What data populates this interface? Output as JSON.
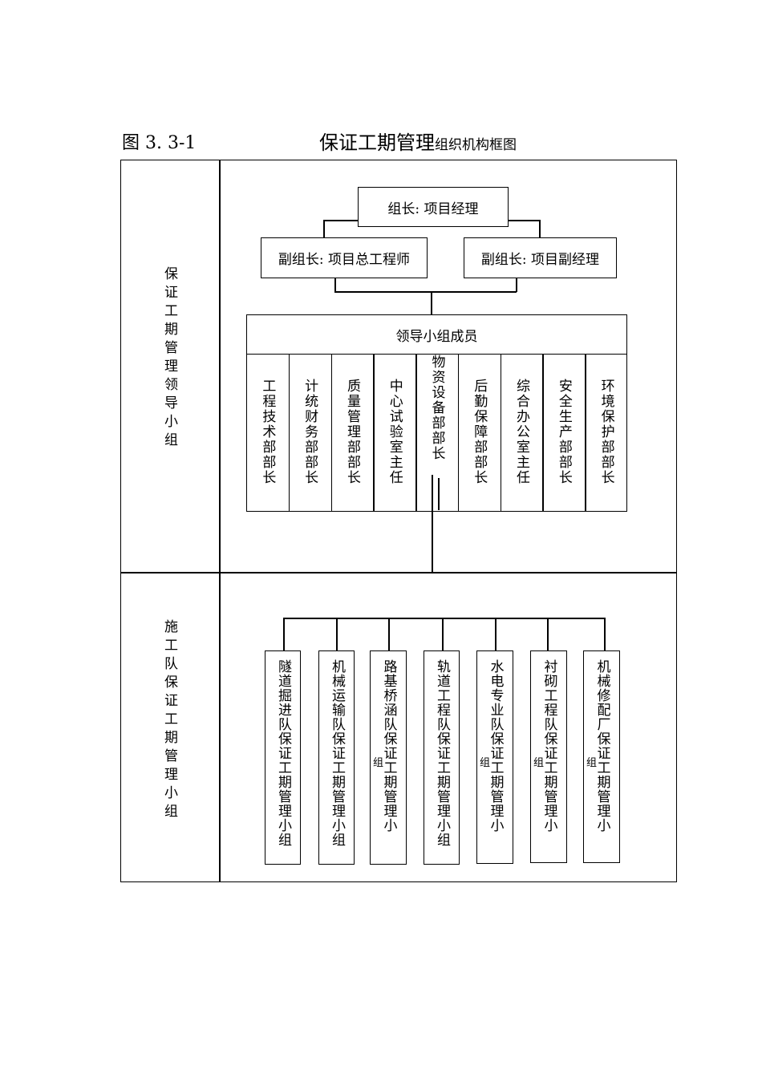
{
  "figure": {
    "number": "图 3. 3-1",
    "title_large": "保证工期管理",
    "title_small": "组织机构框图"
  },
  "sections": {
    "leadership_label": "保证工期管理领导小组",
    "team_label": "施工队保证工期管理小组"
  },
  "leader": "组长: 项目经理",
  "deputies": [
    "副组长: 项目总工程师",
    "副组长: 项目副经理"
  ],
  "members_header": "领导小组成员",
  "members": [
    "工程技术部部长",
    "计统财务部部长",
    "质量管理部部长",
    "中心试验室主任",
    "物资设备部部长",
    "后勤保障部部长",
    "综合办公室主任",
    "安全生产部部长",
    "环境保护部部长"
  ],
  "teams": [
    {
      "text": "隧道掘进队保证工期管理小组",
      "overflow": ""
    },
    {
      "text": "机械运输队保证工期管理小组",
      "overflow": ""
    },
    {
      "text": "路基桥涵队保证工期管理小",
      "overflow": "组"
    },
    {
      "text": "轨道工程队保证工期管理小组",
      "overflow": ""
    },
    {
      "text": "水电专业队保证工期管理小",
      "overflow": "组"
    },
    {
      "text": "衬砌工程队保证工期管理小",
      "overflow": "组"
    },
    {
      "text": "机械修配厂保证工期管理小",
      "overflow": "组"
    }
  ]
}
